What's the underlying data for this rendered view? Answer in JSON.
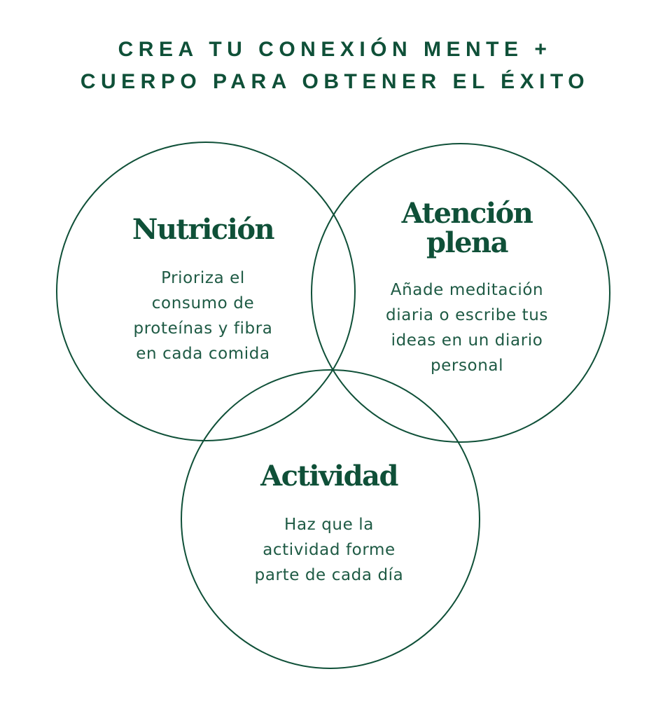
{
  "title": {
    "line1": "CREA TU CONEXIÓN MENTE +",
    "line2": "CUERPO PARA OBTENER EL ÉXITO"
  },
  "circles": {
    "nutricion": {
      "heading": "Nutrición",
      "text": [
        "Prioriza el",
        "consumo de",
        "proteínas y fibra",
        "en cada comida"
      ]
    },
    "atencion": {
      "heading": [
        "Atención",
        "plena"
      ],
      "text": [
        "Añade meditación",
        "diaria o escribe tus",
        "ideas en un diario",
        "personal"
      ]
    },
    "actividad": {
      "heading": "Actividad",
      "text": [
        "Haz que la",
        "actividad forme",
        "parte de cada día"
      ]
    }
  },
  "colors": {
    "primary": "#0f5038",
    "background": "#ffffff"
  }
}
